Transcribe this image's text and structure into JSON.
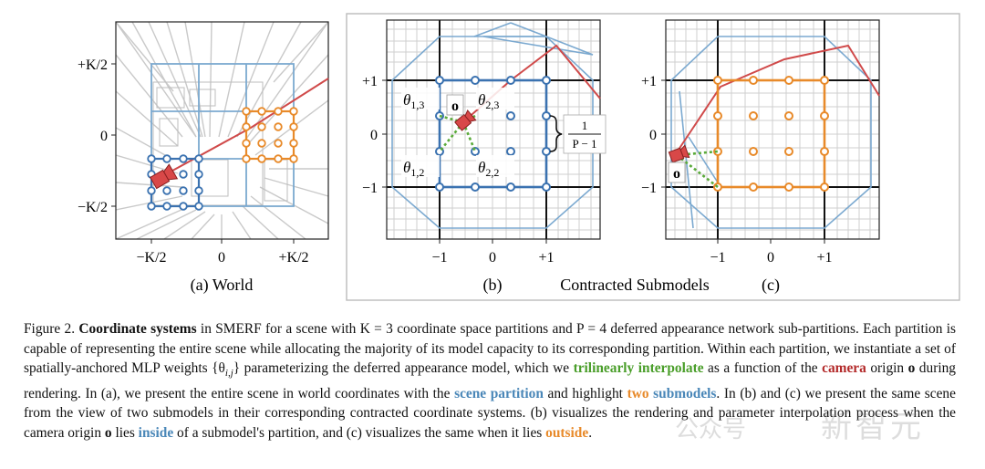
{
  "panel_a": {
    "y_ticks": [
      "+K/2",
      "0",
      "−K/2"
    ],
    "x_ticks": [
      "−K/2",
      "0",
      "+K/2"
    ],
    "label": "(a) World"
  },
  "panel_b": {
    "ticks": [
      "−1",
      "0",
      "+1"
    ],
    "theta_13": "θ",
    "theta_13_sub": "1,3",
    "theta_23": "θ",
    "theta_23_sub": "2,3",
    "theta_12": "θ",
    "theta_12_sub": "1,2",
    "theta_22": "θ",
    "theta_22_sub": "2,2",
    "origin": "o",
    "frac_num": "1",
    "frac_den": "P − 1",
    "label": "(b)"
  },
  "panel_c": {
    "ticks": [
      "−1",
      "0",
      "+1"
    ],
    "origin": "o",
    "label": "(c)"
  },
  "contracted_label": "Contracted Submodels",
  "caption": {
    "p1": "Figure 2. ",
    "p2": "Coordinate systems",
    "p3": " in SMERF for a scene with K = 3 coordinate space partitions and P = 4 deferred appearance network sub-partitions. Each partition is capable of representing the entire scene while allocating the majority of its model capacity to its corresponding partition. Within each partition, we instantiate a set of spatially-anchored MLP weights {θ",
    "p3_sub": "i,j",
    "p4": "} parameterizing the deferred appearance model, which we ",
    "p5": "trilinearly interpolate",
    "p6": " as a function of the ",
    "p7": "camera",
    "p8": " origin ",
    "p9": "o",
    "p10": " during rendering. In (a), we present the entire scene in world coordinates with the ",
    "p11": "scene partition",
    "p12": " and highlight ",
    "p13": "two",
    "p14": " ",
    "p15": "submodels",
    "p16": ". In (b) and (c) we present the same scene from the view of two submodels in their corresponding contracted coordinate systems. (b) visualizes the rendering and parameter interpolation process when the camera origin ",
    "p17": "o",
    "p18": " lies ",
    "p19": "inside",
    "p20": " of a submodel's partition, and (c) visualizes the same when it lies ",
    "p21": "outside",
    "p22": "."
  },
  "watermark": "新智元",
  "watermark2": "公众号",
  "colors": {
    "blue": "#4a87b8",
    "orange": "#e88a2a",
    "red": "#d04a4a",
    "green": "#5aaa3a",
    "grid": "#c8c8c8"
  }
}
